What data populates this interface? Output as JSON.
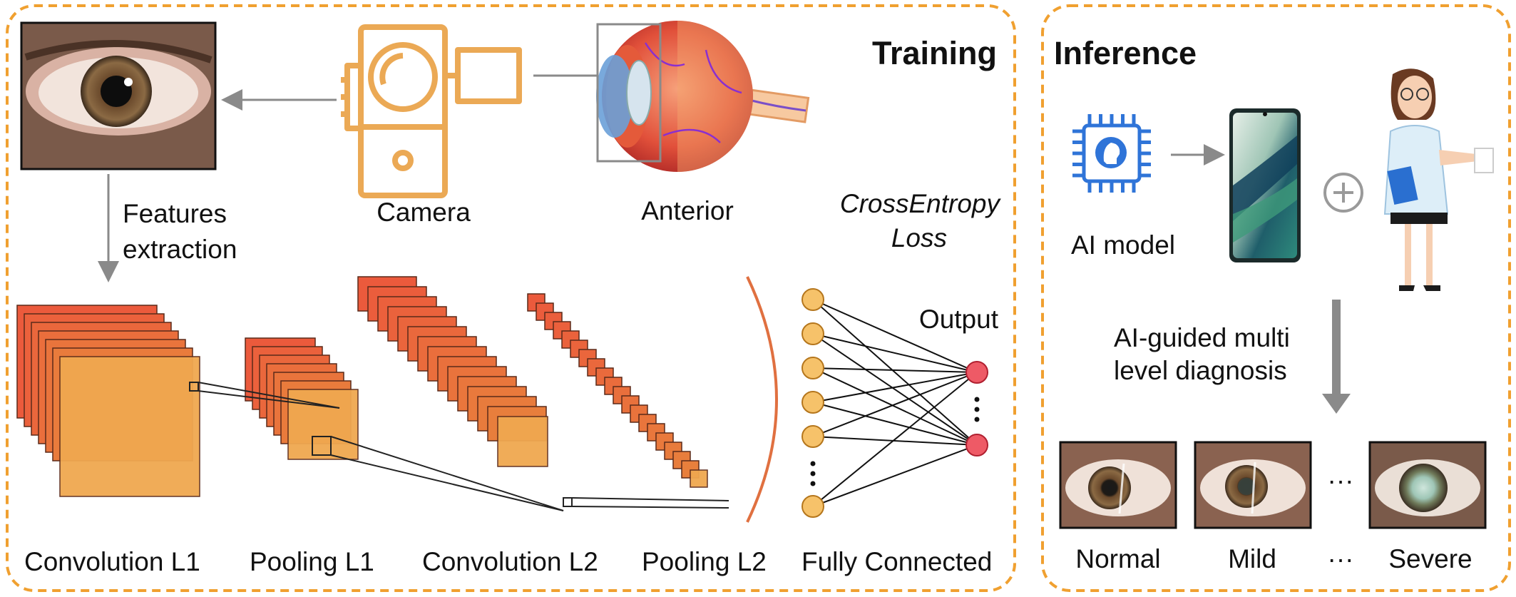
{
  "training": {
    "title": "Training",
    "camera_label": "Camera",
    "anterior_label": "Anterior",
    "features_line1": "Features",
    "features_line2": "extraction",
    "loss_line1": "CrossEntropy",
    "loss_line2": "Loss",
    "output_label": "Output",
    "layers": [
      "Convolution L1",
      "Pooling L1",
      "Convolution L2",
      "Pooling L2",
      "Fully Connected"
    ]
  },
  "inference": {
    "title": "Inference",
    "ai_model_label": "AI model",
    "diagnosis_line1": "AI-guided multi",
    "diagnosis_line2": "level diagnosis",
    "grades": [
      "Normal",
      "Mild",
      "···",
      "Severe"
    ]
  },
  "colors": {
    "orange_border": "#F0A030",
    "camera": "#EBA955",
    "layer_fill": "#F0A850",
    "layer_front": "#E8813C",
    "layer_back": "#EB5A3C",
    "neuron": "#F6C26A",
    "output_neuron": "#EE5A66",
    "chip_blue": "#2F74D8",
    "arrow_gray": "#8A8A8A"
  },
  "icons": [
    "camera-icon",
    "eye-anatomy-icon",
    "ai-chip-icon",
    "smartphone-icon",
    "plus-circle-icon",
    "doctor-icon"
  ]
}
